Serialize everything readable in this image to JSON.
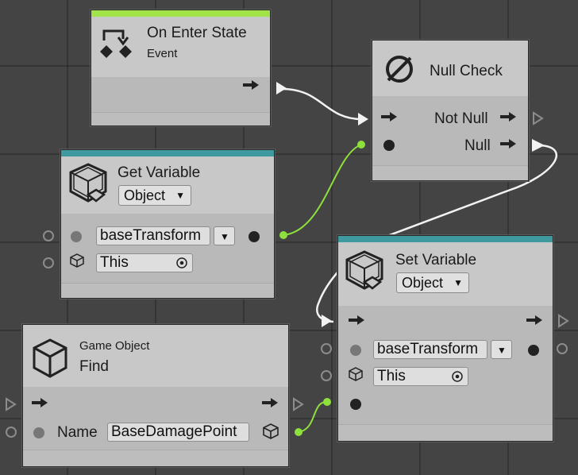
{
  "nodes": {
    "on_enter_state": {
      "title": "On Enter State",
      "subtitle": "Event"
    },
    "null_check": {
      "title": "Null Check",
      "not_null_label": "Not Null",
      "null_label": "Null"
    },
    "get_variable": {
      "title": "Get Variable",
      "kind_value": "Object",
      "variable_value": "baseTransform",
      "target_value": "This"
    },
    "set_variable": {
      "title": "Set Variable",
      "kind_value": "Object",
      "variable_value": "baseTransform",
      "target_value": "This"
    },
    "game_object_find": {
      "category": "Game Object",
      "title": "Find",
      "name_label": "Name",
      "name_value": "BaseDamagePoint"
    }
  },
  "colors": {
    "event_band": "#a3e34a",
    "variable_band": "#3f9aa0",
    "flow_wire": "#f2f2f2",
    "object_wire": "#8ee03c"
  },
  "icons": [
    "event-icon",
    "null-icon",
    "variable-icon",
    "cube-icon",
    "target-icon",
    "flow-arrow-icon",
    "dropdown-arrow-icon"
  ]
}
